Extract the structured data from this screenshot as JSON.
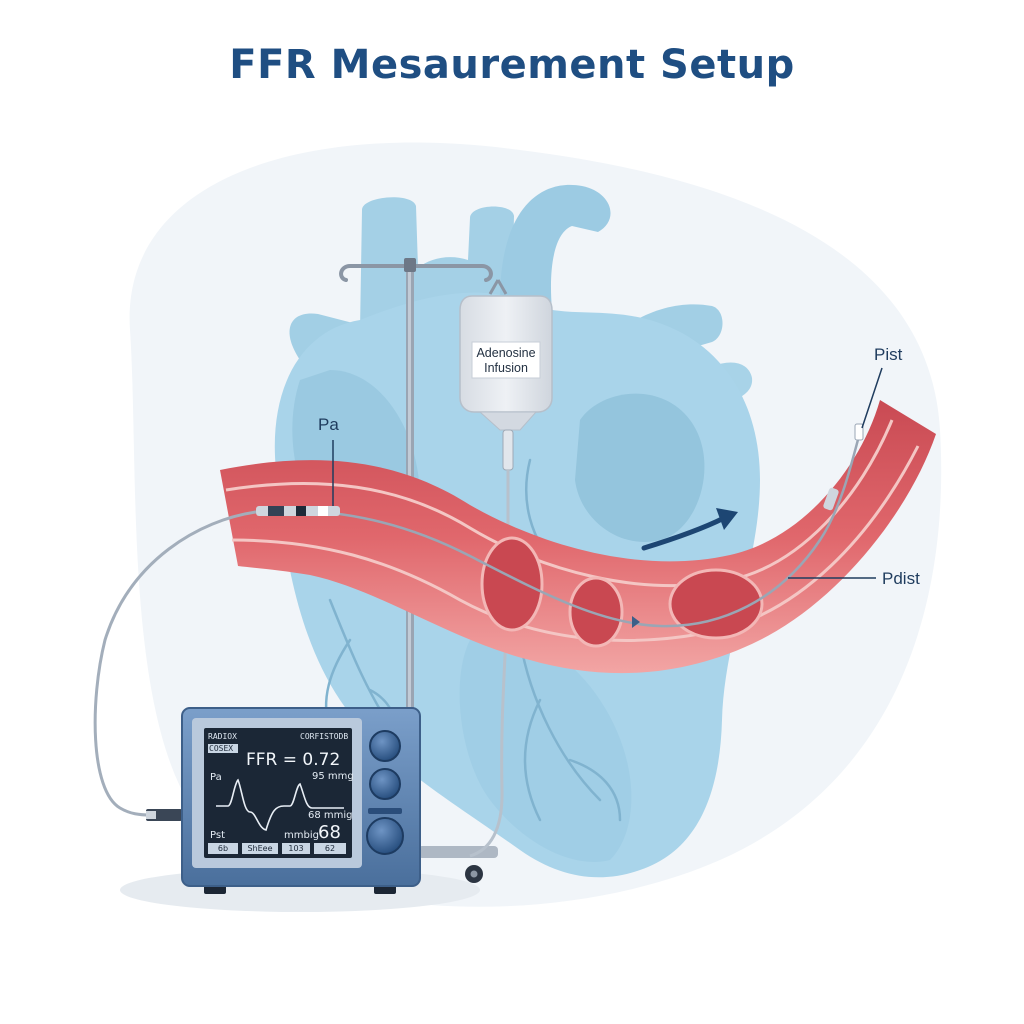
{
  "title": "FFR Mesaurement Setup",
  "labels": {
    "pa": "Pa",
    "pist": "Pist",
    "pdist": "Pdist"
  },
  "iv_bag": {
    "line1": "Adenosine",
    "line2": "Infusion"
  },
  "monitor": {
    "header_left": "RADIOX",
    "header_right": "CORFISTODB",
    "tag": "COSEX",
    "ffr_text": "FFR = 0.72",
    "pa_label": "Pa",
    "pa_value": "95 mmg",
    "pd_value": "68 mmig",
    "pd_label": "Pst",
    "pd_unit": "mmbig",
    "pd_big": "68",
    "buttons": [
      "6b",
      "ShEee",
      "103",
      "62"
    ]
  },
  "colors": {
    "title": "#1f4e82",
    "heart": "#a9d3e8",
    "vessel": "#d9595e",
    "monitor_body": "#5f87b5",
    "screen": "#1b2736",
    "arrow": "#1d4673"
  }
}
